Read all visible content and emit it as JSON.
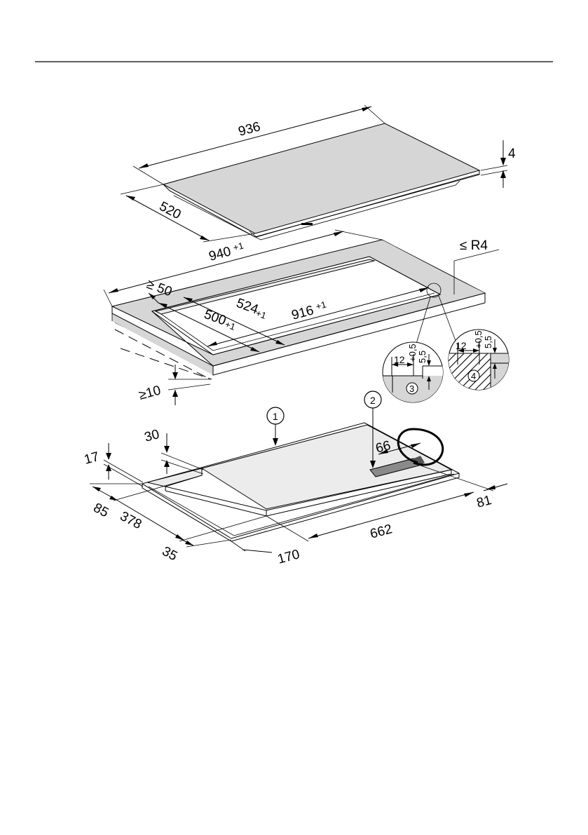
{
  "colors": {
    "surface_gray": "#d6d6d6",
    "light_gray": "#ececec",
    "line": "#000000"
  },
  "hob": {
    "width": "936",
    "depth": "520",
    "thickness": "4"
  },
  "cutout": {
    "outer_width": "940",
    "outer_width_tol": "+1",
    "inner_width": "916",
    "inner_width_tol": "+1",
    "outer_depth": "524",
    "outer_depth_tol": "+1",
    "inner_depth": "500",
    "inner_depth_tol": "+1",
    "front_min": "≥ 50",
    "bottom_min": "≥10",
    "radius": "≤ R4"
  },
  "detail3": {
    "width": "12",
    "tol": "+0,5",
    "height": "5,5",
    "marker": "3"
  },
  "detail4": {
    "width": "12",
    "tol": "+0,5",
    "height": "5,5",
    "marker": "4"
  },
  "underside": {
    "marker1": "1",
    "marker2": "2",
    "d30": "30",
    "d17": "17",
    "d85": "85",
    "d378": "378",
    "d35": "35",
    "d170": "170",
    "d662": "662",
    "d81": "81",
    "d66": "66"
  }
}
